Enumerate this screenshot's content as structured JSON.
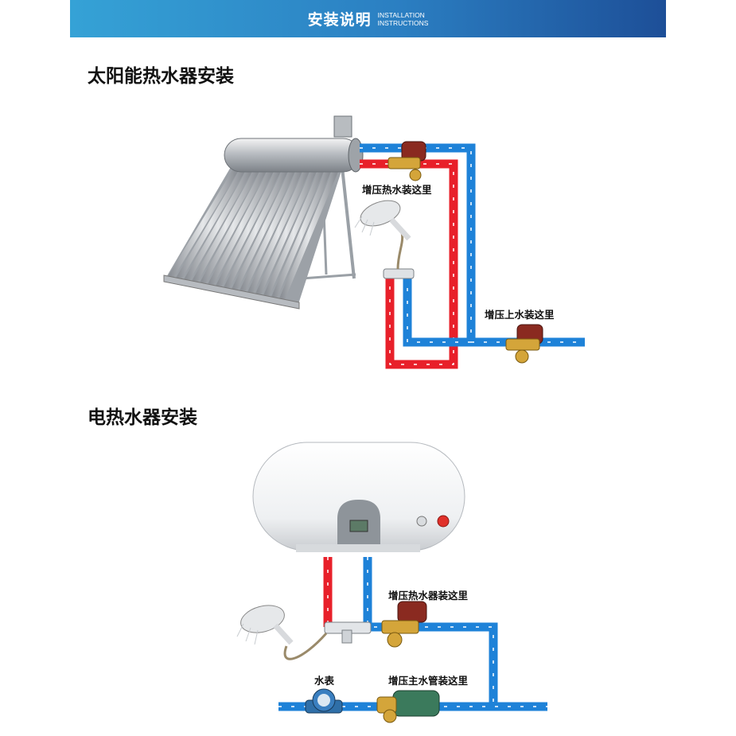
{
  "header": {
    "title_cn": "安装说明",
    "title_en_line1": "INSTALLATION",
    "title_en_line2": "INSTRUCTIONS"
  },
  "sections": [
    {
      "title": "太阳能热水器安装",
      "labels": {
        "hot_pump": "增压热水装这里",
        "cold_pump": "增压上水装这里"
      }
    },
    {
      "title": "电热水器安装",
      "labels": {
        "heater_pump": "增压热水器装这里",
        "meter": "水表",
        "main_pump": "增压主水管装这里"
      }
    }
  ],
  "colors": {
    "hot_pipe": "#e8202a",
    "cold_pipe": "#1e82d8",
    "banner_start": "#35a2d6",
    "banner_end": "#1d4f98"
  }
}
